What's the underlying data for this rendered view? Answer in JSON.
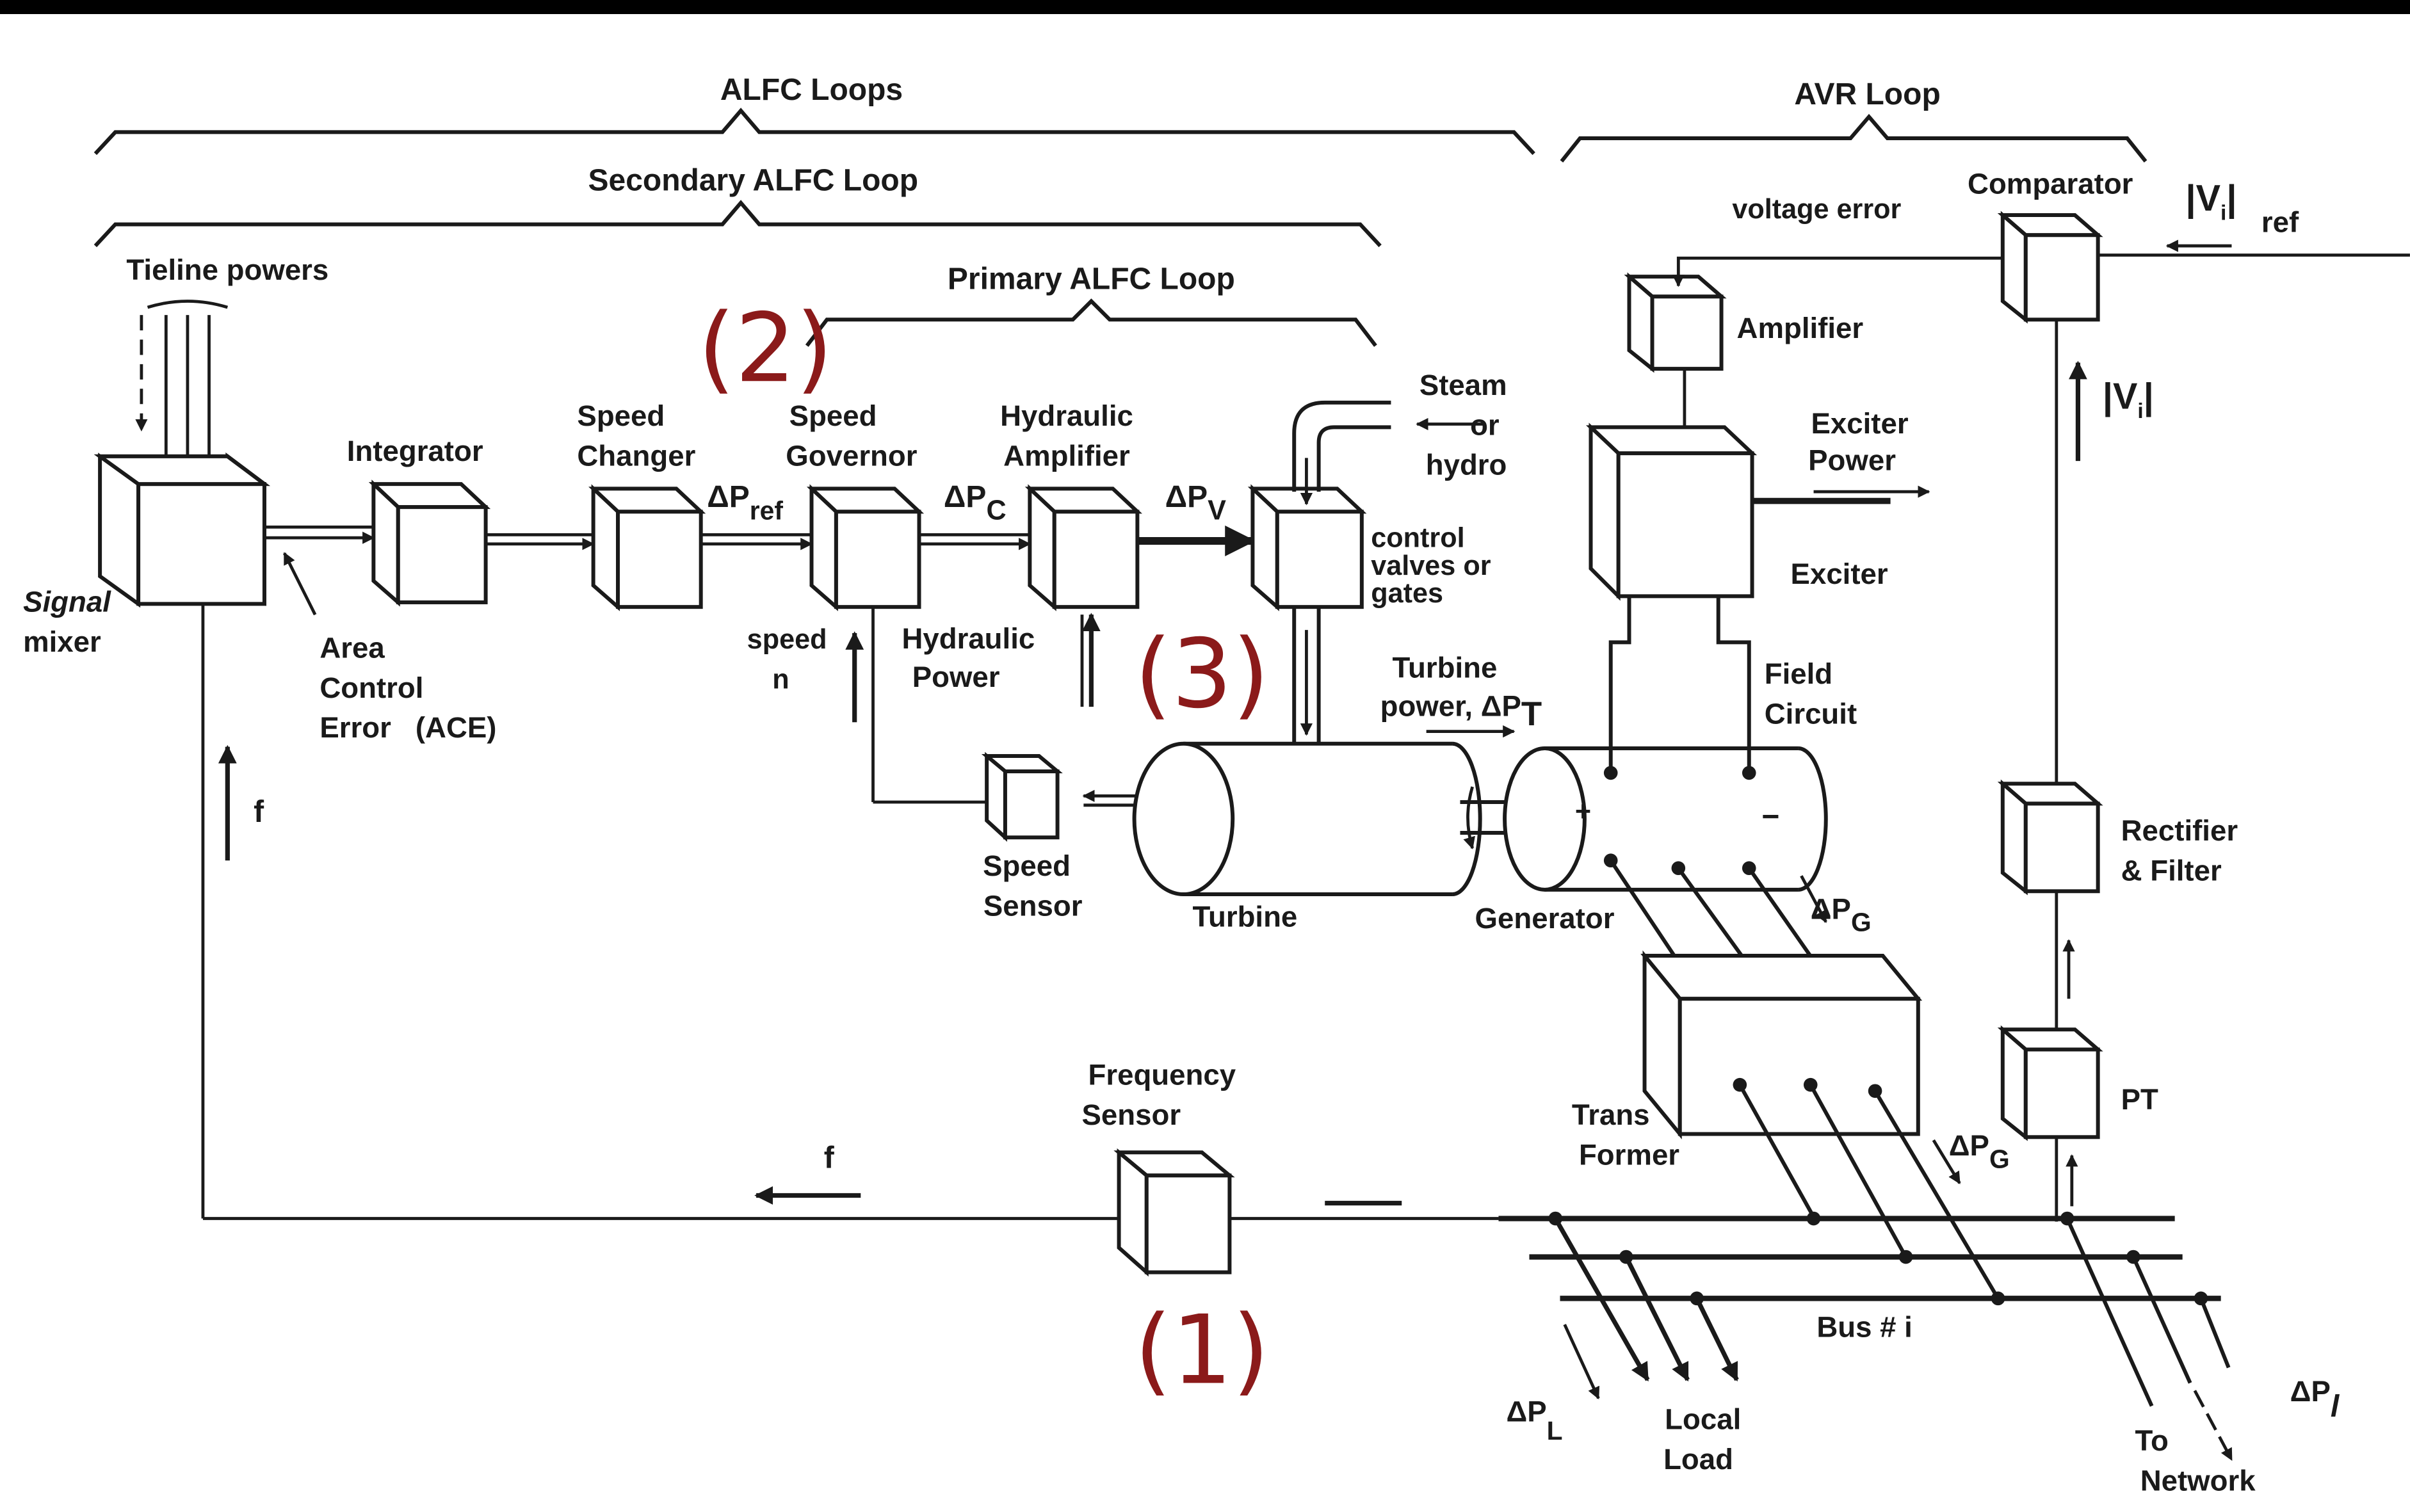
{
  "loops": {
    "alfc_loops": "ALFC Loops",
    "avr_loop": "AVR Loop",
    "secondary_alfc_loop": "Secondary ALFC Loop",
    "primary_alfc_loop": "Primary ALFC Loop"
  },
  "blocks": {
    "tieline_powers": "Tieline powers",
    "signal": "Signal",
    "mixer": "mixer",
    "integrator": "Integrator",
    "speed_changer_1": "Speed",
    "speed_changer_2": "Changer",
    "speed_governor_1": "Speed",
    "speed_governor_2": "Governor",
    "hydraulic_amplifier_1": "Hydraulic",
    "hydraulic_amplifier_2": "Amplifier",
    "steam": "Steam",
    "or": "or",
    "hydro": "hydro",
    "control_valves_1": "control",
    "control_valves_2": "valves or",
    "control_valves_3": "gates",
    "ace_1": "Area",
    "ace_2": "Control",
    "ace_3": "Error   (ACE)",
    "speed_n_1": "speed",
    "speed_n_2": "n",
    "hydraulic_power_1": "Hydraulic",
    "hydraulic_power_2": "Power",
    "turbine_power_1": "Turbine",
    "turbine_power_2": "power, ΔP",
    "turbine_power_sub": "T",
    "speed_sensor_1": "Speed",
    "speed_sensor_2": "Sensor",
    "turbine": "Turbine",
    "generator": "Generator",
    "plus": "+",
    "minus": "−",
    "voltage_error": "voltage error",
    "comparator": "Comparator",
    "vi_ref_main": "|V",
    "vi_ref_sub_i": "i",
    "vi_ref_bar": "|",
    "vi_ref_sub": "ref",
    "vi_main": "|V",
    "vi_sub": "i",
    "vi_bar": "|",
    "amplifier": "Amplifier",
    "exciter_power_1": "Exciter",
    "exciter_power_2": "Power",
    "exciter": "Exciter",
    "field_circuit_1": "Field",
    "field_circuit_2": "Circuit",
    "rectifier_1": "Rectifier",
    "rectifier_2": "& Filter",
    "pt": "PT",
    "trans_former_1": "Trans",
    "trans_former_2": "Former",
    "frequency_sensor_1": "Frequency",
    "frequency_sensor_2": "Sensor",
    "f_upper": "f",
    "f_lower": "f",
    "bus_i": "Bus # i",
    "local_load_1": "Local",
    "local_load_2": "Load",
    "to_network_1": "To",
    "to_network_2": "Network"
  },
  "deltas": {
    "dp_ref": "ΔP",
    "dp_ref_sub": "ref",
    "dp_c": "ΔP",
    "dp_c_sub": "C",
    "dp_v": "ΔP",
    "dp_v_sub": "V",
    "dp_g_upper": "ΔP",
    "dp_g_upper_sub": "G",
    "dp_g_lower": "ΔP",
    "dp_g_lower_sub": "G",
    "dp_l": "ΔP",
    "dp_l_sub": "L",
    "dp_tie": "ΔP",
    "dp_tie_sub": "l"
  },
  "annotations": {
    "a1": "(1)",
    "a2": "(2)",
    "a3": "(3)"
  },
  "colors": {
    "annotation": "#8b1a1a",
    "ink": "#1a1a1a"
  }
}
